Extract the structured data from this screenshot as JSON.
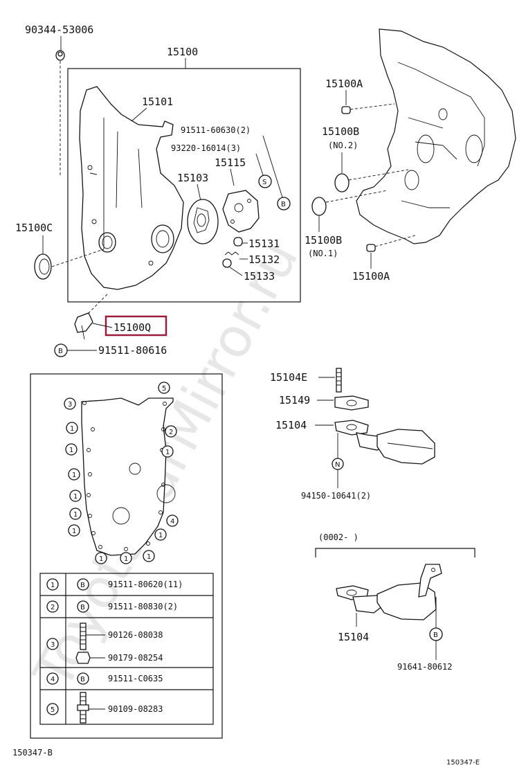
{
  "diagram_code": "150347-B",
  "diagram_code_small": "150347-E",
  "watermark": "ToyotaCarMirror.ru",
  "labels": {
    "p90344": "90344-53006",
    "p15100": "15100",
    "p15101": "15101",
    "p91511_60630": "91511-60630(2)",
    "p93220": "93220-16014(3)",
    "p15115": "15115",
    "p15103": "15103",
    "p15100C": "15100C",
    "p15131": "15131",
    "p15132": "15132",
    "p15133": "15133",
    "p15100Q": "15100Q",
    "p91511_80616": "91511-80616",
    "p15100A_top": "15100A",
    "p15100B_top": "15100B",
    "no2": "(NO.2)",
    "p15100B_bot": "15100B",
    "no1": "(NO.1)",
    "p15100A_bot": "15100A",
    "p15104E": "15104E",
    "p15149": "15149",
    "p15104": "15104",
    "p94150": "94150-10641(2)",
    "range": "(0002-        )",
    "p15104_alt": "15104",
    "p91641": "91641-80612"
  },
  "callouts": {
    "s": "S",
    "b": "B",
    "n": "N"
  },
  "legend": {
    "rows": [
      {
        "num": "1",
        "items": [
          {
            "icon": "B",
            "part": "91511-80620(11)"
          }
        ]
      },
      {
        "num": "2",
        "items": [
          {
            "icon": "B",
            "part": "91511-80830(2)"
          }
        ]
      },
      {
        "num": "3",
        "items": [
          {
            "icon": "stud",
            "part": "90126-08038"
          },
          {
            "icon": "nut",
            "part": "90179-08254"
          }
        ]
      },
      {
        "num": "4",
        "items": [
          {
            "icon": "B",
            "part": "91511-C0635"
          }
        ]
      },
      {
        "num": "5",
        "items": [
          {
            "icon": "stud-bolt",
            "part": "90109-08283"
          }
        ]
      }
    ]
  },
  "gasket_bolts": {
    "n1": "1",
    "n2": "2",
    "n3": "3",
    "n4": "4",
    "n5": "5"
  },
  "highlight_color": "#9b1b3b"
}
